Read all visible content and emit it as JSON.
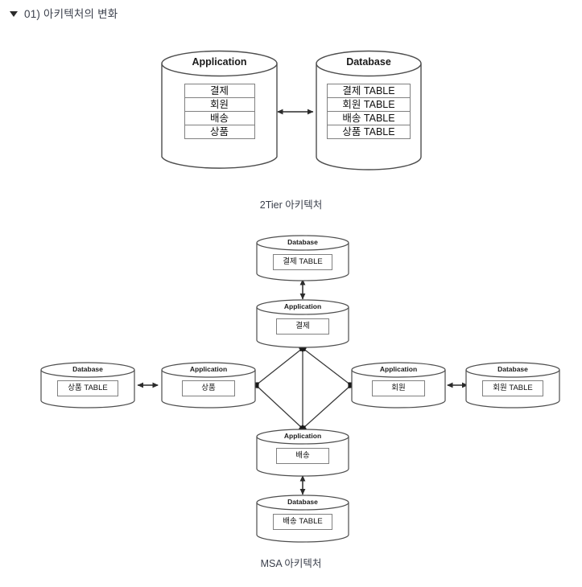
{
  "heading": {
    "marker_icon": "triangle-down-icon",
    "text": "01) 아키텍처의 변화"
  },
  "colors": {
    "page_background": "#ffffff",
    "text": "#3a3f4b",
    "stroke": "#4d4d4d",
    "box_border": "#808080",
    "marker": "#2b2b2b"
  },
  "tier2": {
    "caption": "2Tier 아키텍처",
    "application": {
      "title": "Application",
      "rows": [
        "결제",
        "회원",
        "배송",
        "상품"
      ]
    },
    "database": {
      "title": "Database",
      "rows": [
        "결제 TABLE",
        "회원 TABLE",
        "배송 TABLE",
        "상품 TABLE"
      ]
    },
    "connector": "bidirectional-arrow"
  },
  "msa": {
    "caption": "MSA 아키텍처",
    "nodes": {
      "top_db": {
        "title": "Database",
        "rows": [
          "결제 TABLE"
        ]
      },
      "top_app": {
        "title": "Application",
        "rows": [
          "결제"
        ]
      },
      "left_db": {
        "title": "Database",
        "rows": [
          "상품 TABLE"
        ]
      },
      "left_app": {
        "title": "Application",
        "rows": [
          "상품"
        ]
      },
      "right_app": {
        "title": "Application",
        "rows": [
          "회원"
        ]
      },
      "right_db": {
        "title": "Database",
        "rows": [
          "회원 TABLE"
        ]
      },
      "bottom_app": {
        "title": "Application",
        "rows": [
          "배송"
        ]
      },
      "bottom_db": {
        "title": "Database",
        "rows": [
          "배송 TABLE"
        ]
      }
    },
    "connector": "bidirectional-arrow",
    "mesh": "diamond-mesh-between-applications"
  }
}
